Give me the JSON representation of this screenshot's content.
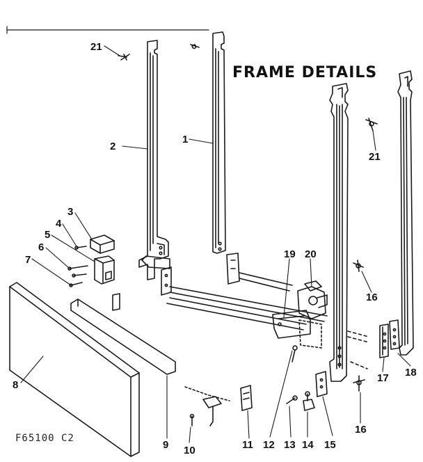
{
  "title": "FRAME DETAILS",
  "code": "F65100 C2",
  "callouts": [
    "1",
    "2",
    "3",
    "4",
    "5",
    "6",
    "7",
    "8",
    "9",
    "10",
    "11",
    "12",
    "13",
    "14",
    "15",
    "16",
    "16",
    "17",
    "18",
    "19",
    "20",
    "21",
    "21"
  ]
}
